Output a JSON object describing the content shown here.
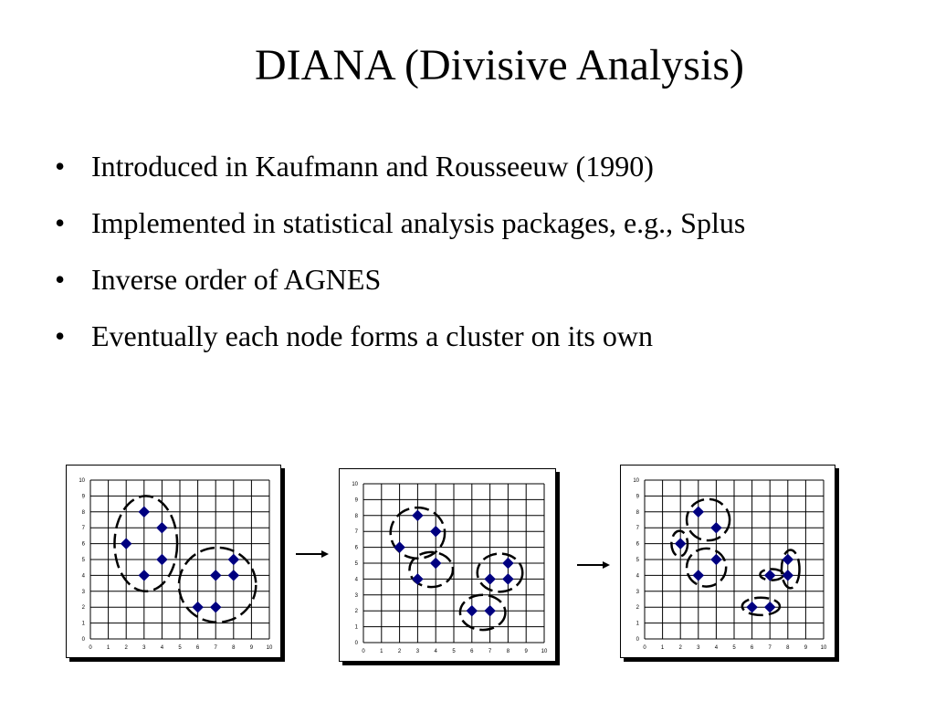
{
  "title": "DIANA (Divisive Analysis)",
  "bullets": [
    "Introduced in Kaufmann and Rousseeuw (1990)",
    "Implemented in statistical analysis packages, e.g., Splus",
    "Inverse order of AGNES",
    "Eventually each node forms a cluster on its own"
  ],
  "bullet_symbol": "•",
  "colors": {
    "marker": "#000080",
    "cluster_outline": "#000000",
    "grid": "#000000"
  },
  "chart_data": [
    {
      "type": "scatter",
      "x_ticks": [
        0,
        1,
        2,
        3,
        4,
        5,
        6,
        7,
        8,
        9,
        10
      ],
      "y_ticks": [
        0,
        1,
        2,
        3,
        4,
        5,
        6,
        7,
        8,
        9,
        10
      ],
      "xlim": [
        0,
        10
      ],
      "ylim": [
        0,
        10
      ],
      "grid": true,
      "points": [
        [
          2,
          6
        ],
        [
          3,
          8
        ],
        [
          3,
          4
        ],
        [
          4,
          7
        ],
        [
          4,
          5
        ],
        [
          6,
          2
        ],
        [
          7,
          2
        ],
        [
          7,
          4
        ],
        [
          8,
          5
        ],
        [
          8,
          4
        ]
      ],
      "clusters": [
        {
          "center": [
            3.1,
            6.0
          ],
          "radius": [
            1.75,
            3.0
          ]
        },
        {
          "center": [
            7.1,
            3.4
          ],
          "radius": [
            2.15,
            2.35
          ]
        }
      ]
    },
    {
      "type": "scatter",
      "x_ticks": [
        0,
        1,
        2,
        3,
        4,
        5,
        6,
        7,
        8,
        9,
        10
      ],
      "y_ticks": [
        0,
        1,
        2,
        3,
        4,
        5,
        6,
        7,
        8,
        9,
        10
      ],
      "xlim": [
        0,
        10
      ],
      "ylim": [
        0,
        10
      ],
      "grid": true,
      "points": [
        [
          2,
          6
        ],
        [
          3,
          8
        ],
        [
          3,
          4
        ],
        [
          4,
          7
        ],
        [
          4,
          5
        ],
        [
          6,
          2
        ],
        [
          7,
          2
        ],
        [
          7,
          4
        ],
        [
          8,
          5
        ],
        [
          8,
          4
        ]
      ],
      "clusters": [
        {
          "center": [
            3.0,
            6.9
          ],
          "radius": [
            1.5,
            1.6
          ]
        },
        {
          "center": [
            3.75,
            4.6
          ],
          "radius": [
            1.2,
            1.1
          ]
        },
        {
          "center": [
            7.55,
            4.4
          ],
          "radius": [
            1.25,
            1.2
          ]
        },
        {
          "center": [
            6.6,
            1.9
          ],
          "radius": [
            1.25,
            1.1
          ]
        }
      ]
    },
    {
      "type": "scatter",
      "x_ticks": [
        0,
        1,
        2,
        3,
        4,
        5,
        6,
        7,
        8,
        9,
        10
      ],
      "y_ticks": [
        0,
        1,
        2,
        3,
        4,
        5,
        6,
        7,
        8,
        9,
        10
      ],
      "xlim": [
        0,
        10
      ],
      "ylim": [
        0,
        10
      ],
      "grid": true,
      "points": [
        [
          2,
          6
        ],
        [
          3,
          8
        ],
        [
          3,
          4
        ],
        [
          4,
          7
        ],
        [
          4,
          5
        ],
        [
          6,
          2
        ],
        [
          7,
          2
        ],
        [
          7,
          4
        ],
        [
          8,
          5
        ],
        [
          8,
          4
        ]
      ],
      "clusters": [
        {
          "center": [
            3.55,
            7.5
          ],
          "radius": [
            1.2,
            1.3
          ]
        },
        {
          "center": [
            3.45,
            4.5
          ],
          "radius": [
            1.1,
            1.2
          ]
        },
        {
          "center": [
            1.95,
            6.0
          ],
          "radius": [
            0.45,
            0.8
          ]
        },
        {
          "center": [
            8.15,
            4.4
          ],
          "radius": [
            0.5,
            1.2
          ]
        },
        {
          "center": [
            7.1,
            4.05
          ],
          "radius": [
            0.65,
            0.35
          ]
        },
        {
          "center": [
            6.5,
            2.05
          ],
          "radius": [
            1.05,
            0.55
          ]
        }
      ]
    }
  ]
}
